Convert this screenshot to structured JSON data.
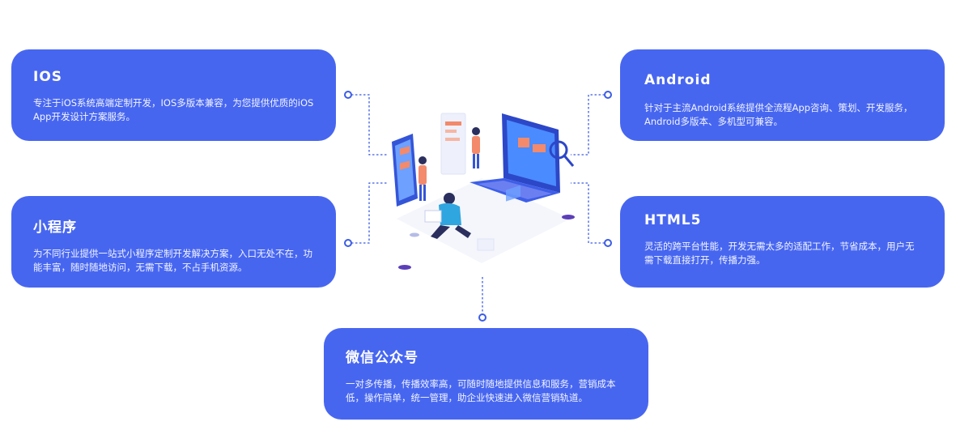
{
  "cards": {
    "ios": {
      "title": "IOS",
      "desc": "专注于iOS系统高端定制开发，IOS多版本兼容，为您提供优质的iOS App开发设计方案服务。"
    },
    "android": {
      "title": "Android",
      "desc": "针对于主流Android系统提供全流程App咨询、策划、开发服务，Android多版本、多机型可兼容。"
    },
    "mini": {
      "title": "小程序",
      "desc": "为不同行业提供一站式小程序定制开发解决方案，入口无处不在，功能丰富，随时随地访问，无需下载，不占手机资源。"
    },
    "html5": {
      "title": "HTML5",
      "desc": "灵活的跨平台性能，开发无需太多的适配工作，节省成本，用户无需下载直接打开，传播力强。"
    },
    "wechat": {
      "title": "微信公众号",
      "desc": "一对多传播，传播效率高，可随时随地提供信息和服务，营销成本低，操作简单，统一管理，助企业快速进入微信营销轨道。"
    }
  },
  "colors": {
    "card": "#4766f0",
    "connector": "#3b5ce6"
  }
}
